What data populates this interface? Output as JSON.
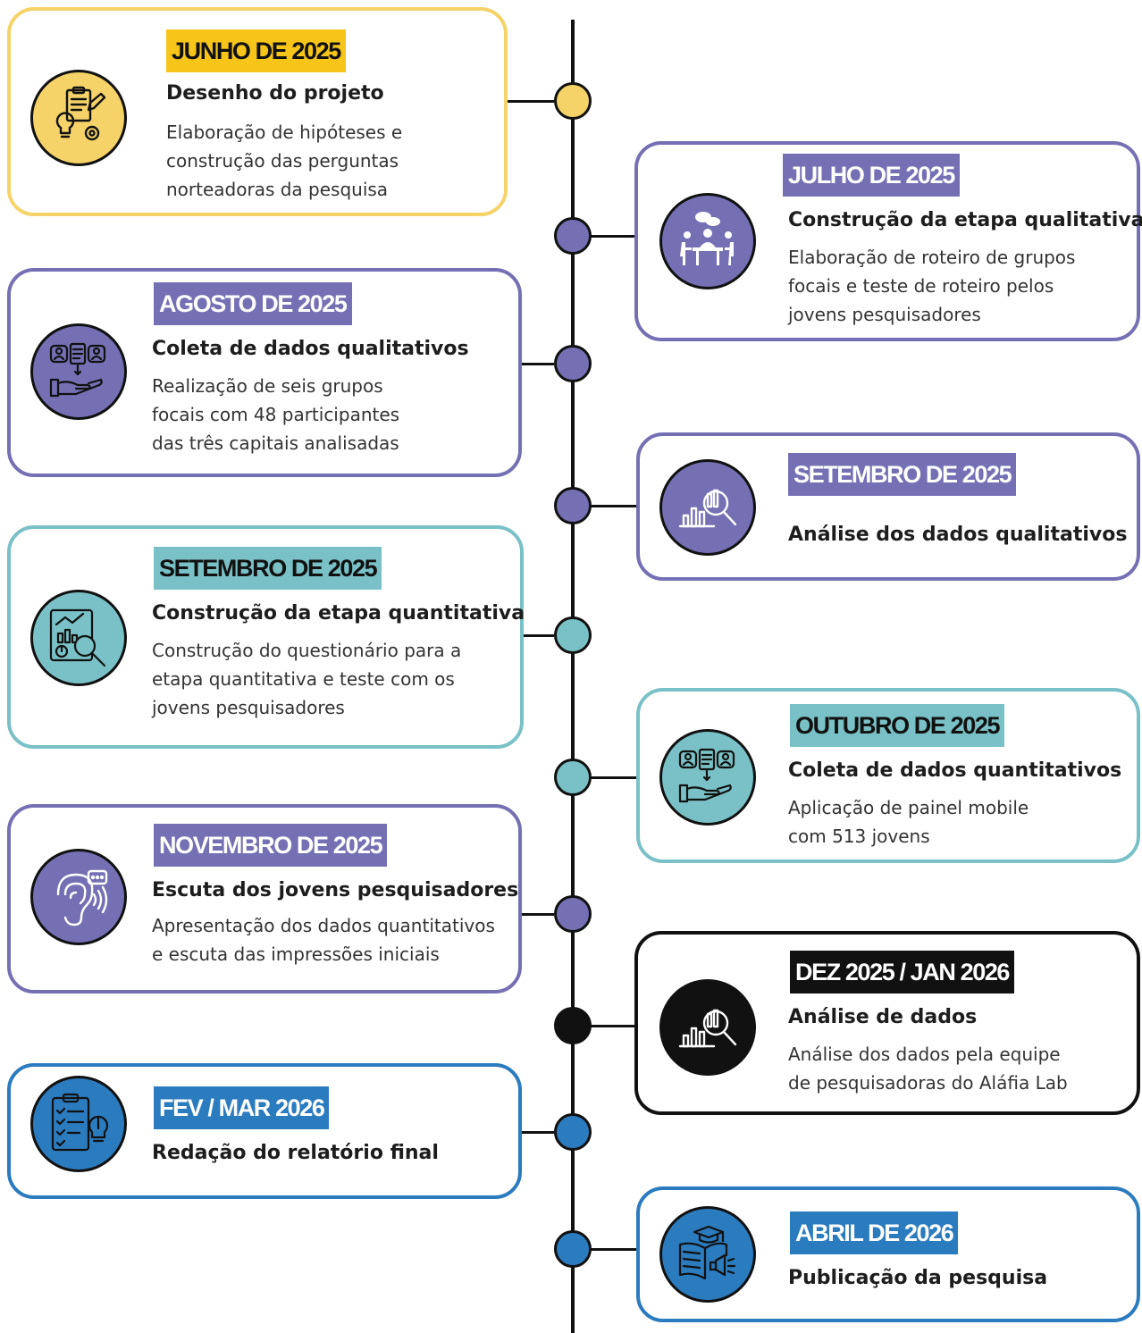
{
  "colors": {
    "yellow": "#f5d368",
    "yellow_tag": "#f7c51a",
    "purple": "#7570b4",
    "teal": "#79c1c6",
    "black": "#111111",
    "blue": "#2b7bbf",
    "line": "#111111"
  },
  "milestones": [
    {
      "date": "JUNHO DE 2025",
      "title": "Desenho do projeto",
      "description": "Elaboração de hipóteses e\nconstrução das perguntas\nnorteadoras da pesquisa",
      "color": "yellow",
      "icon": "project-design-icon"
    },
    {
      "date": "JULHO DE 2025",
      "title": "Construção da etapa qualitativa",
      "description": "Elaboração de roteiro de grupos\nfocais e teste de roteiro pelos\njovens pesquisadores",
      "color": "purple",
      "icon": "focus-group-icon"
    },
    {
      "date": "AGOSTO DE 2025",
      "title": "Coleta de dados qualitativos",
      "description": "Realização de seis grupos\nfocais com 48 participantes\ndas três capitais analisadas",
      "color": "purple",
      "icon": "data-collection-icon"
    },
    {
      "date": "SETEMBRO DE 2025",
      "title": "Análise dos dados qualitativos",
      "description": "",
      "color": "purple",
      "icon": "data-analysis-icon"
    },
    {
      "date": "SETEMBRO DE 2025",
      "title": "Construção da etapa quantitativa",
      "description": "Construção do questionário para a\netapa quantitativa e teste com os\njovens pesquisadores",
      "color": "teal",
      "icon": "questionnaire-analysis-icon"
    },
    {
      "date": "OUTUBRO DE 2025",
      "title": "Coleta de dados quantitativos",
      "description": "Aplicação de painel mobile\ncom 513 jovens",
      "color": "teal",
      "icon": "data-collection-icon"
    },
    {
      "date": "NOVEMBRO DE 2025",
      "title": "Escuta dos jovens pesquisadores",
      "description": "Apresentação dos dados quantitativos\ne escuta das impressões iniciais",
      "color": "purple",
      "icon": "listening-ear-icon"
    },
    {
      "date": "DEZ 2025 / JAN 2026",
      "title": "Análise de dados",
      "description": "Análise dos dados pela equipe\nde pesquisadoras do Aláfia Lab",
      "color": "black",
      "icon": "data-analysis-icon"
    },
    {
      "date": "FEV / MAR 2026",
      "title": "Redação do relatório final",
      "description": "",
      "color": "blue",
      "icon": "report-checklist-icon"
    },
    {
      "date": "ABRIL DE 2026",
      "title": "Publicação da pesquisa",
      "description": "",
      "color": "blue",
      "icon": "publication-book-icon"
    }
  ]
}
